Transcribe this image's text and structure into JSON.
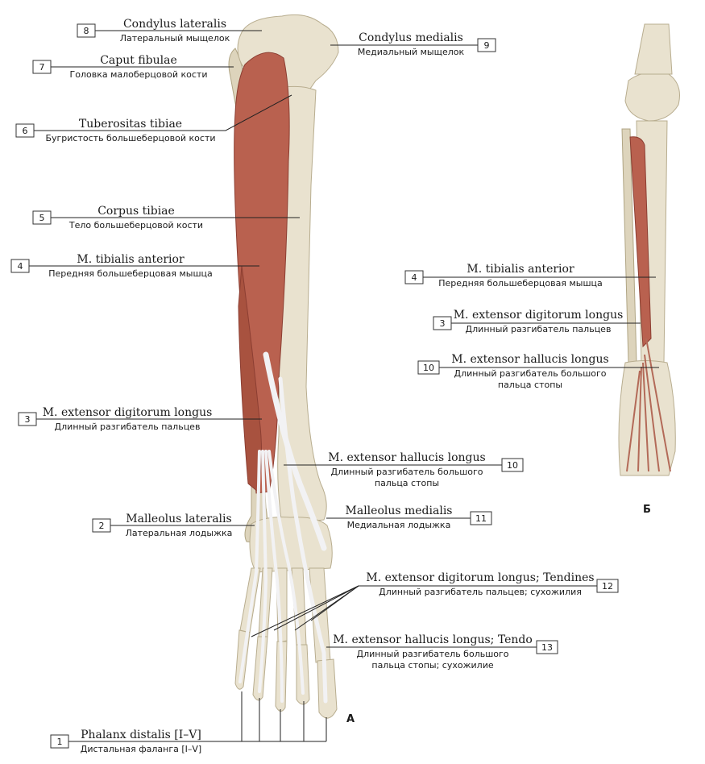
{
  "labels": [
    {
      "num": "8",
      "latin": "Condylus lateralis",
      "ru": "Латеральный мыщелок"
    },
    {
      "num": "7",
      "latin": "Caput fibulae",
      "ru": "Головка малоберцовой кости"
    },
    {
      "num": "6",
      "latin": "Tuberositas tibiae",
      "ru": "Бугристость большеберцовой кости"
    },
    {
      "num": "5",
      "latin": "Corpus tibiae",
      "ru": "Тело большеберцовой кости"
    },
    {
      "num": "4",
      "latin": "M. tibialis anterior",
      "ru": "Передняя большеберцовая мышца"
    },
    {
      "num": "3",
      "latin": "M. extensor digitorum longus",
      "ru": "Длинный разгибатель пальцев"
    },
    {
      "num": "2",
      "latin": "Malleolus lateralis",
      "ru": "Латеральная лодыжка"
    },
    {
      "num": "1",
      "latin": "Phalanx distalis [I–V]",
      "ru": "Дистальная фаланга [I–V]"
    },
    {
      "num": "9",
      "latin": "Condylus medialis",
      "ru": "Медиальный мыщелок"
    },
    {
      "num": "10",
      "latin": "M. extensor hallucis longus",
      "ru": "Длинный разгибатель большого",
      "ru2": "пальца стопы"
    },
    {
      "num": "11",
      "latin": "Malleolus medialis",
      "ru": "Медиальная лодыжка"
    },
    {
      "num": "12",
      "latin": "M. extensor digitorum longus; Tendines",
      "ru": "Длинный разгибатель пальцев; сухожилия"
    },
    {
      "num": "13",
      "latin": "M. extensor hallucis longus; Tendo",
      "ru": "Длинный разгибатель большого",
      "ru2": "пальца стопы; сухожилие"
    },
    {
      "num": "4",
      "latin": "M. tibialis anterior",
      "ru": "Передняя большеберцовая мышца"
    },
    {
      "num": "3",
      "latin": "M. extensor digitorum longus",
      "ru": "Длинный разгибатель пальцев"
    },
    {
      "num": "10",
      "latin": "M. extensor hallucis longus",
      "ru": "Длинный разгибатель большого",
      "ru2": "пальца стопы"
    }
  ],
  "panels": {
    "a": "А",
    "b": "Б"
  },
  "colors": {
    "muscle": "#b9614f",
    "bone": "#e9e2cf",
    "tendon": "#f2f2f4"
  }
}
